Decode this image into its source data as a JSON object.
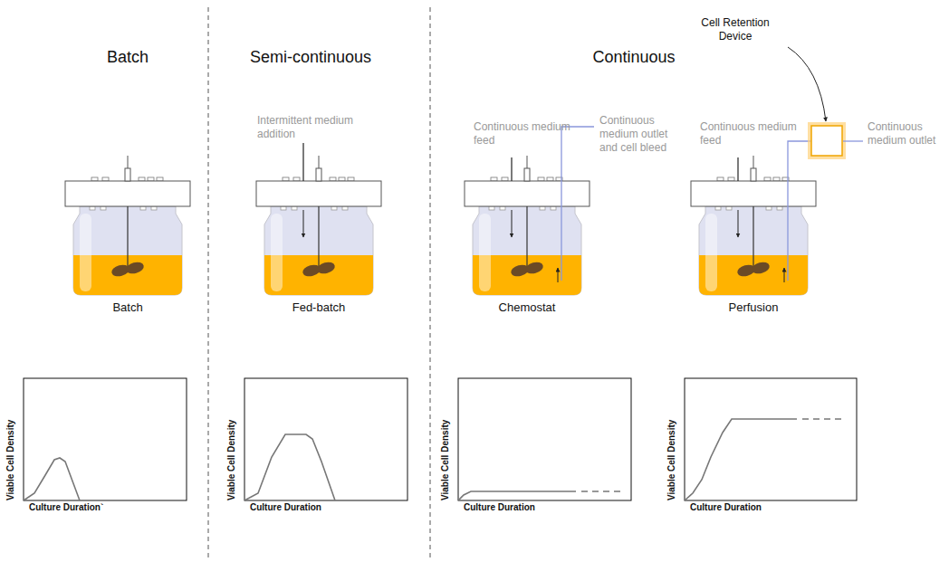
{
  "diagram": {
    "labels": [
      "Batch",
      "Semi-continuous",
      "Continuous",
      "Intermittent medium addition",
      "Continuous medium feed",
      "Continuous medium outlet and cell bleed",
      "Continuous medium feed",
      "Cell Retention Device",
      "Continuous medium outlet",
      "Batch",
      "Fed-batch",
      "Chemostat",
      "Perfusion",
      "Viable Cell Density",
      "Culture Duration`",
      "Viable Cell Density",
      "Culture Duration",
      "Viable Cell Density",
      "Culture Duration",
      "Viable Cell Density",
      "Culture Duration"
    ]
  }
}
